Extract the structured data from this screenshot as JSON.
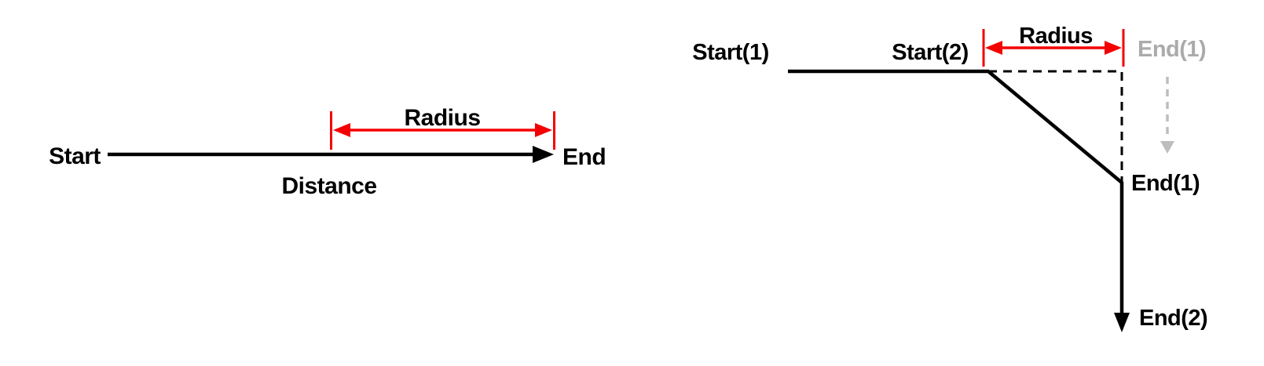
{
  "colors": {
    "black": "#000000",
    "red": "#f40000",
    "gray_text": "#ababab",
    "gray_arrow": "#bdbdbd",
    "background": "#ffffff"
  },
  "left_diagram": {
    "description": "straight path with distance and radius measurement",
    "labels": {
      "start": "Start",
      "end": "End",
      "distance": "Distance",
      "radius": "Radius"
    }
  },
  "right_diagram": {
    "description": "path bent by radius with original and new endpoints",
    "labels": {
      "start1": "Start(1)",
      "start2": "Start(2)",
      "radius": "Radius",
      "end1_ghost": "End(1)",
      "end1": "End(1)",
      "end2": "End(2)"
    }
  }
}
